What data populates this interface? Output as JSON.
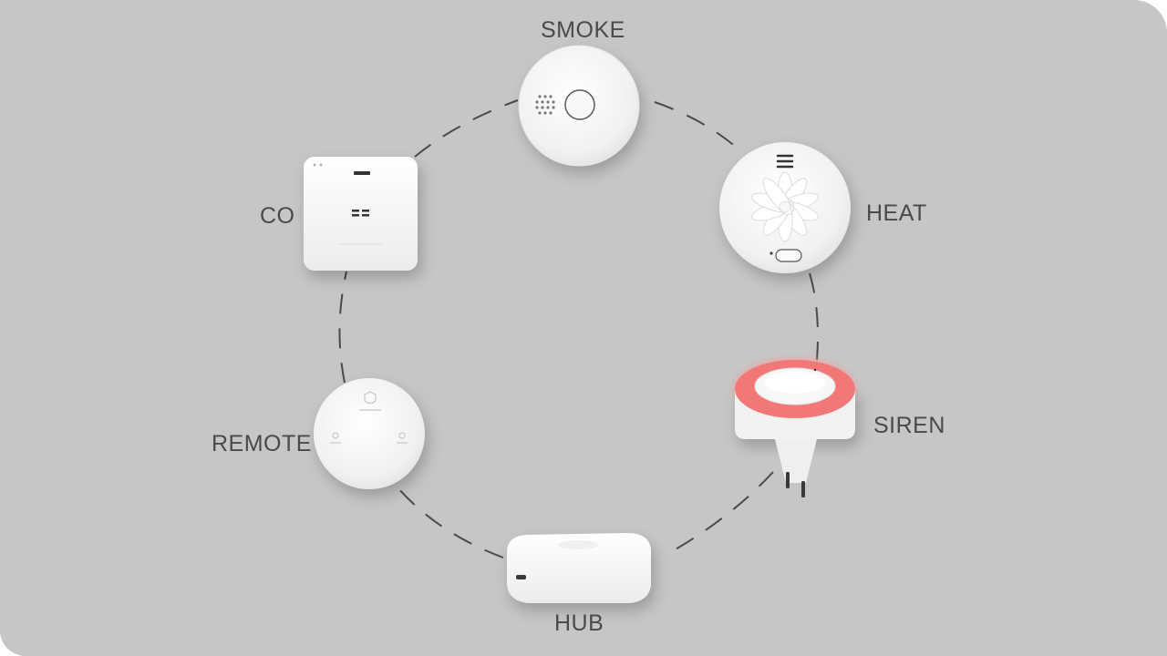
{
  "devices": {
    "smoke": {
      "label": "SMOKE"
    },
    "heat": {
      "label": "HEAT"
    },
    "siren": {
      "label": "SIREN",
      "glow_color": "#f07a7a"
    },
    "hub": {
      "label": "HUB"
    },
    "remote": {
      "label": "REMOTE"
    },
    "co": {
      "label": "CO"
    }
  },
  "colors": {
    "background": "#c6c6c6",
    "label": "#4a4a4a",
    "device_white": "#f4f4f4",
    "connector_dash": "#4a4a4a"
  }
}
